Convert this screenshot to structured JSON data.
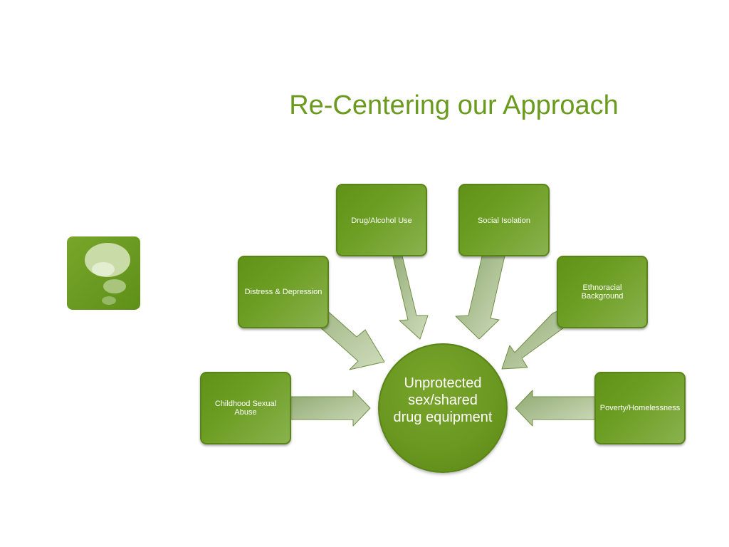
{
  "title": "Re-Centering our Approach",
  "center": {
    "label": "Unprotected sex/shared drug equipment"
  },
  "nodes": [
    {
      "label": "Childhood Sexual Abuse"
    },
    {
      "label": "Distress & Depression"
    },
    {
      "label": "Drug/Alcohol Use"
    },
    {
      "label": "Social Isolation"
    },
    {
      "label": "Ethnoracial Background"
    },
    {
      "label": "Poverty/Homelessness"
    }
  ],
  "colors": {
    "title": "#6a9a1e",
    "node_fill": "#6e9f25",
    "node_border": "#5a8418",
    "arrow_fill": "#b7c99c",
    "arrow_stroke": "#6f8f45"
  },
  "icons": {
    "logo": "thought-bubble-icon"
  }
}
